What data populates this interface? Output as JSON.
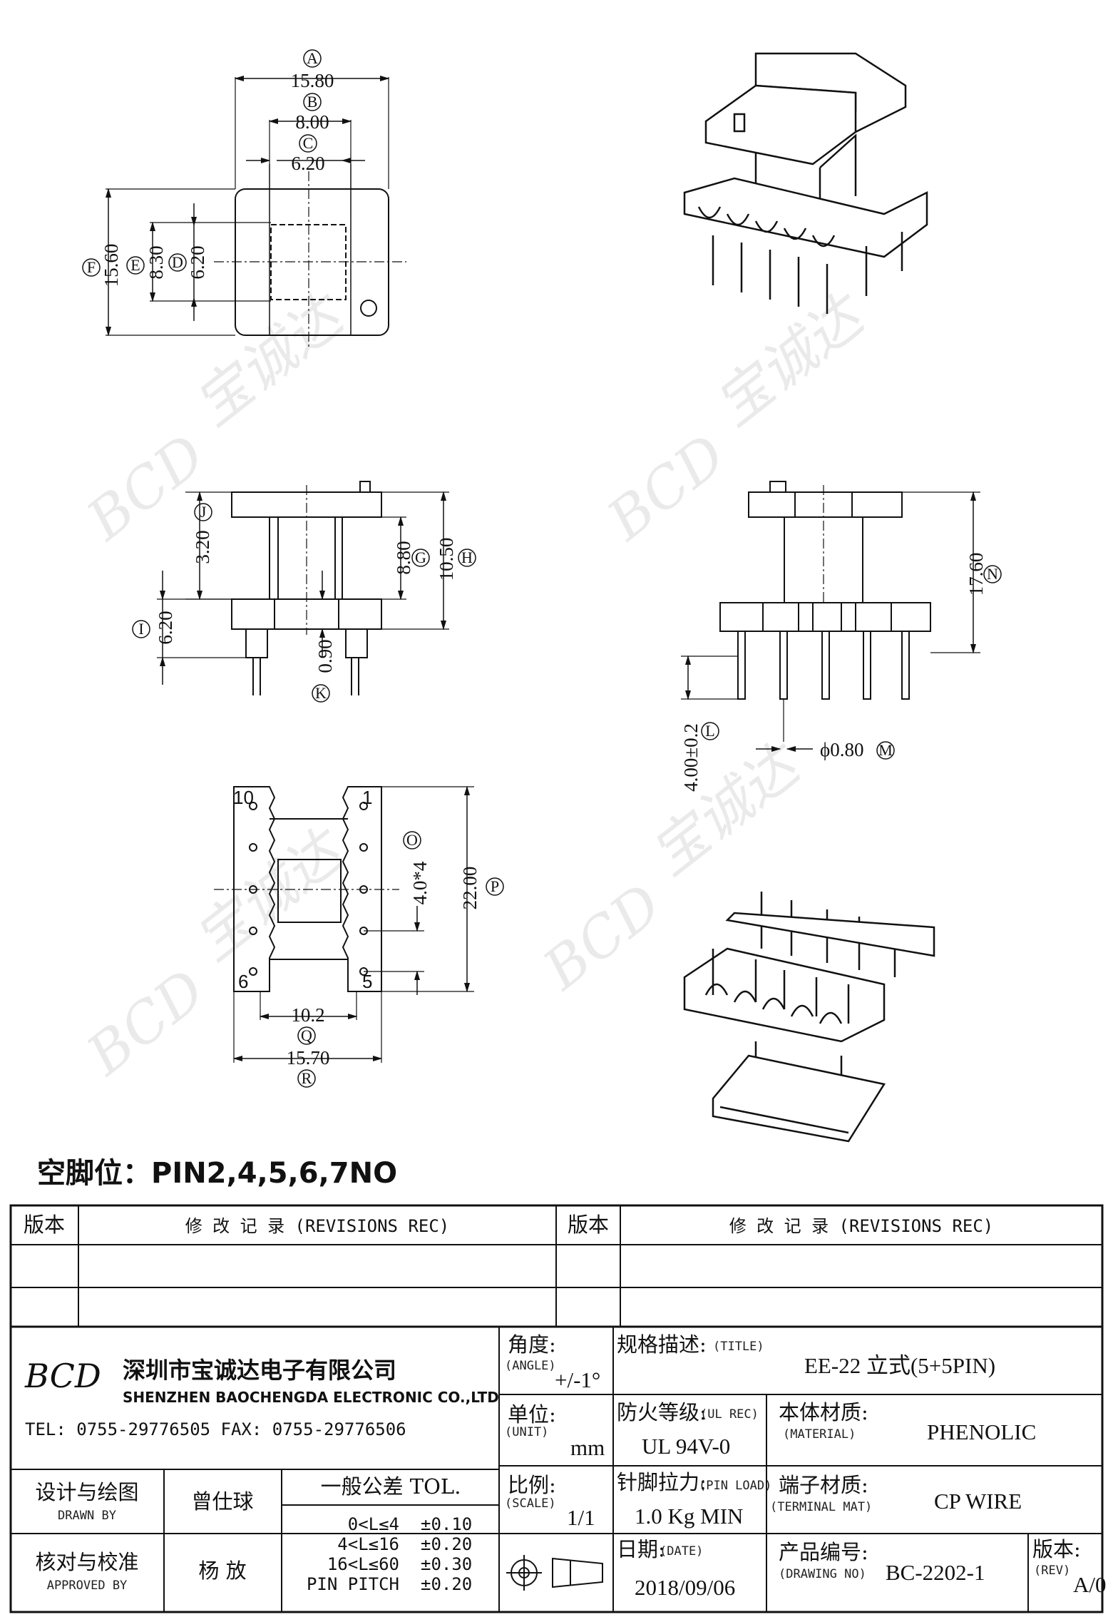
{
  "top_view": {
    "A": {
      "label": "A",
      "value": "15.80"
    },
    "B": {
      "label": "B",
      "value": "8.00"
    },
    "C": {
      "label": "C",
      "value": "6.20"
    },
    "F": {
      "label": "F",
      "value": "15.60"
    },
    "E": {
      "label": "E",
      "value": "8.30"
    },
    "D": {
      "label": "D",
      "value": "6.20"
    }
  },
  "front_view": {
    "J": {
      "label": "J",
      "value": "3.20"
    },
    "G": {
      "label": "G",
      "value": "8.80"
    },
    "H": {
      "label": "H",
      "value": "10.50"
    },
    "I": {
      "label": "I",
      "value": "6.20"
    },
    "K": {
      "label": "K",
      "value": "0.90"
    }
  },
  "side_view": {
    "N": {
      "label": "N",
      "value": "17.60"
    },
    "L": {
      "label": "L",
      "value": "4.00±0.2"
    },
    "M": {
      "label": "M",
      "value": "ϕ0.80"
    }
  },
  "bottom_view": {
    "O": {
      "label": "O",
      "value": "4.0*4"
    },
    "P": {
      "label": "P",
      "value": "22.00"
    },
    "Q": {
      "label": "Q",
      "value": "10.2"
    },
    "R": {
      "label": "R",
      "value": "15.70"
    },
    "pins": {
      "p10": "10",
      "p1": "1",
      "p6": "6",
      "p5": "5"
    }
  },
  "empty_pins": "空脚位：PIN2,4,5,6,7NO",
  "watermark": {
    "brand": "BCD",
    "chars": "宝诚达"
  },
  "revisions": {
    "rev_header": "版本",
    "rec_header": "修 改 记 录  (REVISIONS REC)"
  },
  "company": {
    "logo": "BCD",
    "name_cn": "深圳市宝诚达电子有限公司",
    "name_en": "SHENZHEN BAOCHENGDA ELECTRONIC CO.,LTD",
    "tel_fax": "TEL: 0755-29776505  FAX: 0755-29776506"
  },
  "title_block": {
    "angle_label": "角度:",
    "angle_en": "(ANGLE)",
    "angle_value": "+/-1°",
    "title_label": "规格描述:",
    "title_en": "(TITLE)",
    "title_value": "EE-22 立式(5+5PIN)",
    "unit_label": "单位:",
    "unit_en": "(UNIT)",
    "unit_value": "mm",
    "fire_label": "防火等级:",
    "fire_en": "(UL REC)",
    "fire_value": "UL 94V-0",
    "material_label": "本体材质:",
    "material_en": "(MATERIAL)",
    "material_value": "PHENOLIC",
    "scale_label": "比例:",
    "scale_en": "(SCALE)",
    "scale_value": "1/1",
    "pinload_label": "针脚拉力:",
    "pinload_en": "(PIN LOAD)",
    "pinload_value": "1.0 Kg MIN",
    "terminal_label": "端子材质:",
    "terminal_en": "(TERMINAL MAT)",
    "terminal_value": "CP WIRE",
    "date_label": "日期:",
    "date_en": "(DATE)",
    "date_value": "2018/09/06",
    "drawing_label": "产品编号:",
    "drawing_en": "(DRAWING NO)",
    "drawing_value": "BC-2202-1",
    "rev_label": "版本:",
    "rev_en": "(REV)",
    "rev_value": "A/0",
    "drawn_label": "设计与绘图",
    "drawn_en": "DRAWN BY",
    "drawn_value": "曾仕球",
    "approved_label": "核对与校准",
    "approved_en": "APPROVED BY",
    "approved_value": "杨  放",
    "tol_header": "一般公差 TOL.",
    "tol_rows": [
      {
        "range": "0<L≤4",
        "tol": "±0.10"
      },
      {
        "range": "4<L≤16",
        "tol": "±0.20"
      },
      {
        "range": "16<L≤60",
        "tol": "±0.30"
      },
      {
        "range": "PIN PITCH",
        "tol": "±0.20"
      }
    ]
  }
}
